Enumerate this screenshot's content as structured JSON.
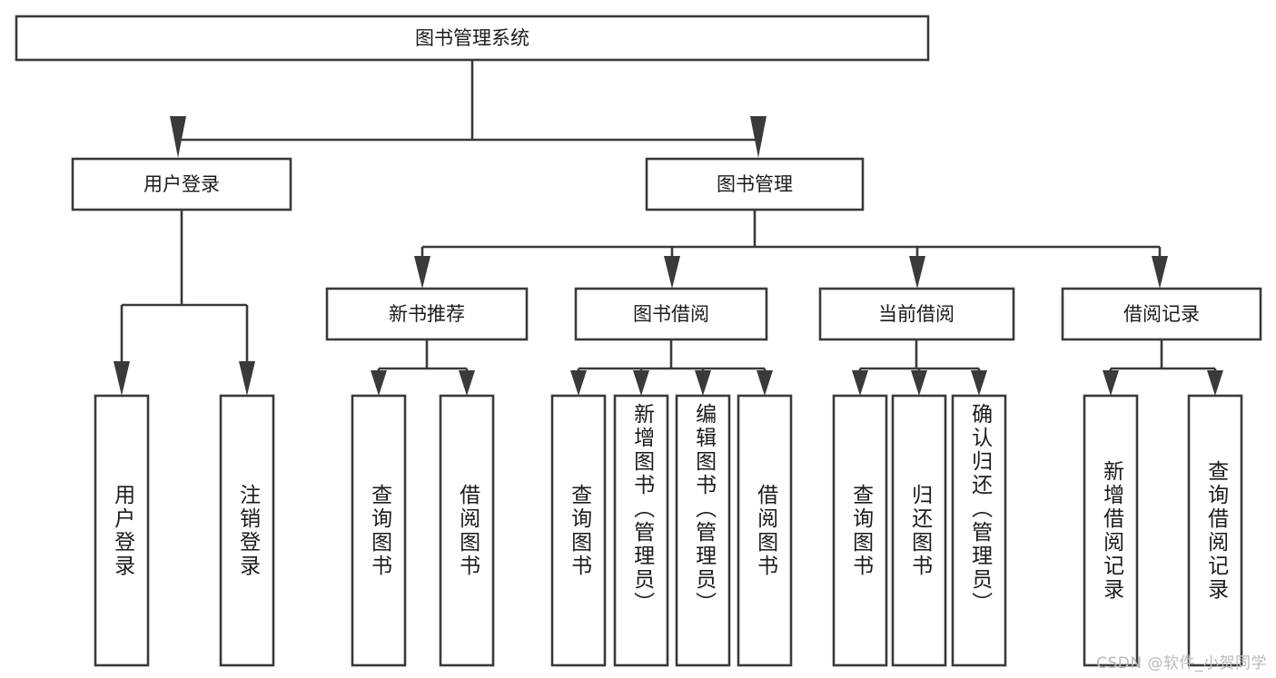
{
  "diagram": {
    "title": "图书管理系统",
    "type": "tree-hierarchy-chart",
    "watermark": "CSDN @软件_小贺同学",
    "colors": {
      "background": "#ffffff",
      "stroke": "#3a3a3a",
      "text": "#1b1b1b",
      "watermark": "#b9b9b9"
    },
    "levels": {
      "root": {
        "label": "图书管理系统"
      },
      "level2": [
        {
          "id": "user-login",
          "label": "用户登录"
        },
        {
          "id": "book-management",
          "label": "图书管理"
        }
      ],
      "level3": [
        {
          "id": "new-book-recommend",
          "label": "新书推荐",
          "parent": "book-management"
        },
        {
          "id": "book-borrow",
          "label": "图书借阅",
          "parent": "book-management"
        },
        {
          "id": "current-borrow",
          "label": "当前借阅",
          "parent": "book-management"
        },
        {
          "id": "borrow-record",
          "label": "借阅记录",
          "parent": "book-management"
        }
      ],
      "leaves": [
        {
          "id": "leaf-user-login",
          "label": "用户登录",
          "parent": "user-login"
        },
        {
          "id": "leaf-user-logout",
          "label": "注销登录",
          "parent": "user-login"
        },
        {
          "id": "leaf-query-book-1",
          "label": "查询图书",
          "parent": "new-book-recommend"
        },
        {
          "id": "leaf-borrow-book-1",
          "label": "借阅图书",
          "parent": "new-book-recommend"
        },
        {
          "id": "leaf-query-book-2",
          "label": "查询图书",
          "parent": "book-borrow"
        },
        {
          "id": "leaf-add-book",
          "label": "新增图书（管理员）",
          "parent": "book-borrow"
        },
        {
          "id": "leaf-edit-book",
          "label": "编辑图书（管理员）",
          "parent": "book-borrow"
        },
        {
          "id": "leaf-borrow-book-2",
          "label": "借阅图书",
          "parent": "book-borrow"
        },
        {
          "id": "leaf-query-book-3",
          "label": "查询图书",
          "parent": "current-borrow"
        },
        {
          "id": "leaf-return-book",
          "label": "归还图书",
          "parent": "current-borrow"
        },
        {
          "id": "leaf-confirm-return",
          "label": "确认归还（管理员）",
          "parent": "current-borrow"
        },
        {
          "id": "leaf-add-record",
          "label": "新增借阅记录",
          "parent": "borrow-record"
        },
        {
          "id": "leaf-query-record",
          "label": "查询借阅记录",
          "parent": "borrow-record"
        }
      ]
    }
  }
}
